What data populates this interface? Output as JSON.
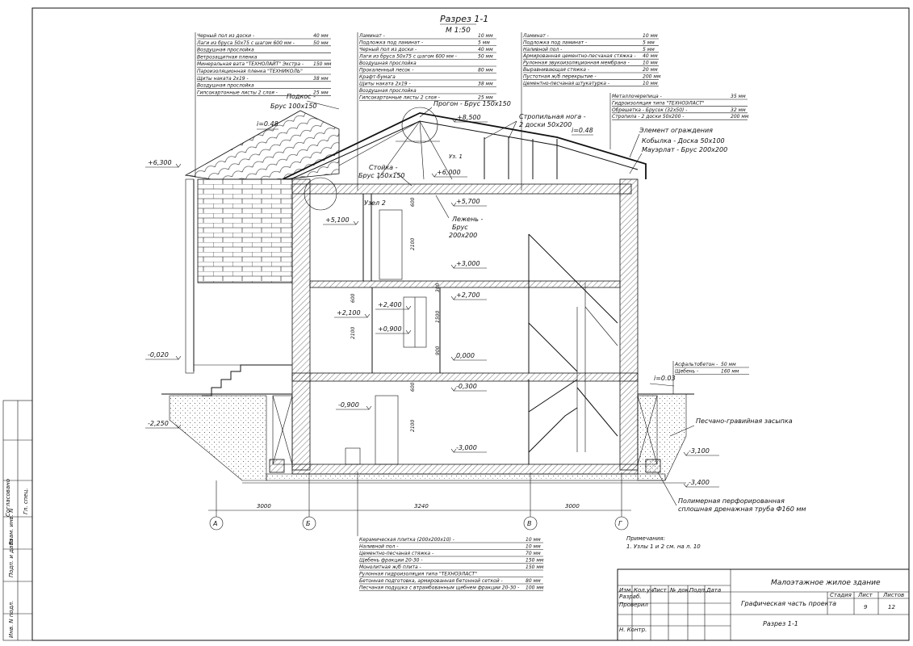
{
  "title": "Разрез 1-1",
  "scale": "М 1:50",
  "spec_roof_left": [
    [
      "Черный пол из доски -",
      "40 мм"
    ],
    [
      "Лаги из бруса 50х75 с шагом 600 мм -",
      "50 мм"
    ],
    [
      "Воздушная прослойка",
      ""
    ],
    [
      "Ветрозащитная пленка",
      ""
    ],
    [
      "Минеральная вата \"ТЕХНОЛАЙТ\" Экстра -",
      "150 мм"
    ],
    [
      "Пароизоляционная пленка \"ТЕХНИКОЛЬ\"",
      ""
    ],
    [
      "Щиты наката 2х19 -",
      "38 мм"
    ],
    [
      "Воздушная прослойка",
      ""
    ],
    [
      "Гипсокартонные листы 2 слоя -",
      "25 мм"
    ]
  ],
  "spec_mid": [
    [
      "Ламинат -",
      "10 мм"
    ],
    [
      "Подложка под ламинат -",
      "5 мм"
    ],
    [
      "Черный пол из доски -",
      "40 мм"
    ],
    [
      "Лаги из бруса 50х75 с шагом 600 мм -",
      "50 мм"
    ],
    [
      "Воздушная прослойка",
      ""
    ],
    [
      "Прокаленный песок -",
      "80 мм"
    ],
    [
      "Крафт-бумага",
      ""
    ],
    [
      "Щиты наката 2х19 -",
      "38 мм"
    ],
    [
      "Воздушная прослойка",
      ""
    ],
    [
      "Гипсокартонные листы 2 слоя -",
      "25 мм"
    ]
  ],
  "spec_right": [
    [
      "Ламинат -",
      "10 мм"
    ],
    [
      "Подложка под ламинат -",
      "5 мм"
    ],
    [
      "Наливной пол -",
      "5 мм"
    ],
    [
      "Армированная цементно-песчаная стяжка -",
      "40 мм"
    ],
    [
      "Рулонная звукоизоляционная мембрана -",
      "10 мм"
    ],
    [
      "Выравнивающая стяжка -",
      "20 мм"
    ],
    [
      "Пустотная ж/б перекрытие -",
      "200 мм"
    ],
    [
      "Цементно-песчаная штукатурка -",
      "10 мм"
    ]
  ],
  "spec_roof_right": [
    [
      "Металлочерепица -",
      "35 мм"
    ],
    [
      "Гидроизоляция типа \"ТЕХНОЭЛАСТ\"",
      ""
    ],
    [
      "Обрешетка - Брусок (32х50) -",
      "32 мм"
    ],
    [
      "Стропила - 2 доски 50х200 -",
      "200 мм"
    ]
  ],
  "spec_blind": [
    [
      "Асфальтобетон -",
      "50 мм"
    ],
    [
      "Щебень -",
      "160 мм"
    ]
  ],
  "spec_floor": [
    [
      "Керамическая плитка (200х200х10) -",
      "10 мм"
    ],
    [
      "Наливной пол -",
      "10 мм"
    ],
    [
      "Цементно-песчаная стяжка -",
      "70 мм"
    ],
    [
      "Щебень фракции 20-30 -",
      "150 мм"
    ],
    [
      "Монолитная ж/б плита -",
      "150 мм"
    ],
    [
      "Рулонная гидроизоляция типа \"ТЕХНОЭЛАСТ\"",
      ""
    ],
    [
      "Бетонная подготовка, армированная бетонной сеткой -",
      "80 мм"
    ],
    [
      "Песчаная подушка с втрамбованным щебнем фракции 20-30 -",
      "100 мм"
    ]
  ],
  "notes_title": "Примечания:",
  "notes_item": "1.  Узлы 1 и 2 см. на л. 10",
  "labels": {
    "podkos": "Подкос -",
    "podkos2": "Брус 100х150",
    "slope_left": "i=0.48",
    "slope_right": "i=0.48",
    "slope_blind": "i=0.03",
    "progon": "Прогон - Брус 150х150",
    "stropilo1": "Стропильная нога -",
    "stropilo2": "2 доски 50х200",
    "element": "Элемент ограждения",
    "kobylka": "Кобылка - Доска 50х100",
    "mauerlat": "Мауэрлат - Брус 200х200",
    "uz1": "Уз. 1",
    "uz2": "Узел 2",
    "stoyka1": "Стойка -",
    "stoyka2": "Брус 150х150",
    "lezhen1": "Лежень -",
    "lezhen2": "Брус",
    "lezhen3": "200х200",
    "zasypka": "Песчано-гравийная засыпка",
    "truba1": "Полимерная перфорированная",
    "truba2": "сплошная дренажная труба Ф160 мм"
  },
  "levels": {
    "l8500": "+8,500",
    "l6300": "+6,300",
    "l6000": "+6,000",
    "l5700": "+5,700",
    "l5100": "+5,100",
    "l3000": "+3,000",
    "l2700": "+2,700",
    "l2400": "+2,400",
    "l2100": "+2,100",
    "l0900": "+0,900",
    "l0000": "0,000",
    "lm0020": "-0,020",
    "lm0300": "-0,300",
    "lm0900": "-0,900",
    "lm2250": "-2,250",
    "lm3000": "-3,000",
    "lm3100": "-3,100",
    "lm3400": "-3,400"
  },
  "dims": {
    "d600a": "600",
    "d2100a": "2100",
    "d300": "300",
    "d600b": "600",
    "d1500": "1500",
    "d900": "900",
    "d2100b": "2100",
    "d600c": "600",
    "d2100c": "2100",
    "d3000a": "3000",
    "d3240": "3240",
    "d3000b": "3000"
  },
  "axes": [
    "А",
    "Б",
    "В",
    "Г"
  ],
  "stamp": {
    "h_izm": "Изм.",
    "h_kol": "Кол.уч",
    "h_list": "Лист",
    "h_ndok": "№ док.",
    "h_podp": "Подп.",
    "h_data": "Дата",
    "razrab": "Разраб.",
    "proveril": "Проверил",
    "nkontr": "Н. Контр.",
    "project": "Малоэтажное жилое здание",
    "work": "Графическая часть проекта",
    "sheet_name": "Разрез 1-1",
    "h_stadia": "Стадия",
    "h_sheet": "Лист",
    "h_sheets": "Листов",
    "sheet_no": "9",
    "sheets_total": "12"
  },
  "side": {
    "soglas": "Согласовано",
    "vzam": "Взам. инв. N",
    "podp": "Подп. и дата",
    "inv": "Инв. N подл.",
    "gl": "Гл. спец."
  }
}
